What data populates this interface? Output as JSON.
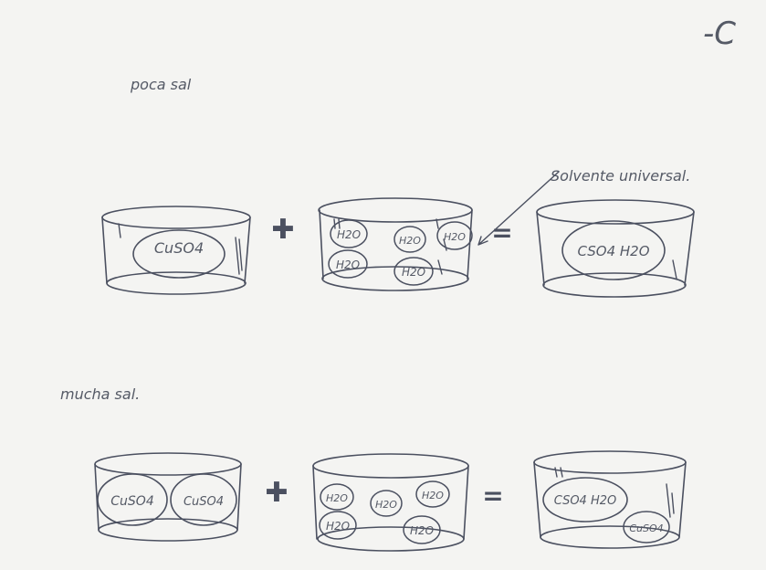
{
  "corner_mark": "-C",
  "rows": [
    {
      "label": "poca sal",
      "operator_plus": "✚",
      "operator_equals": "=",
      "annotation": "Solvente universal.",
      "beakers": [
        {
          "name": "beaker-salt",
          "molecules": [
            "CuSO4"
          ]
        },
        {
          "name": "beaker-water",
          "molecules": [
            "H2O",
            "H2O",
            "H2O",
            "H2O",
            "H2O"
          ]
        },
        {
          "name": "beaker-solution",
          "molecules": [
            "CSO4 H2O"
          ]
        }
      ]
    },
    {
      "label": "mucha sal.",
      "operator_plus": "✚",
      "operator_equals": "=",
      "beakers": [
        {
          "name": "beaker-salt",
          "molecules": [
            "CuSO4",
            "CuSO4"
          ]
        },
        {
          "name": "beaker-water",
          "molecules": [
            "H2O",
            "H2O",
            "H2O",
            "H2O",
            "H2O"
          ]
        },
        {
          "name": "beaker-solution",
          "molecules": [
            "CSO4 H2O",
            "CuSO4"
          ]
        }
      ]
    }
  ]
}
